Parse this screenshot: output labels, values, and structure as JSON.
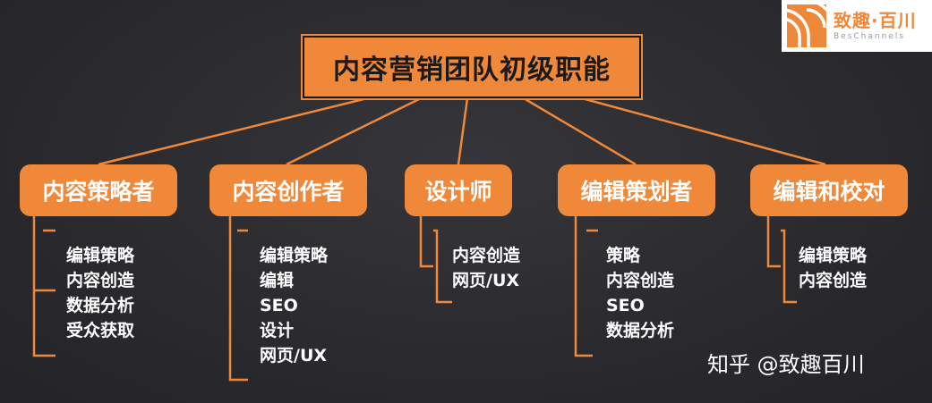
{
  "root": {
    "label": "内容营销团队初级职能"
  },
  "roles": [
    {
      "label": "内容策略者",
      "duties": [
        "编辑策略",
        "内容创造",
        "数据分析",
        "受众获取"
      ]
    },
    {
      "label": "内容创作者",
      "duties": [
        "编辑策略",
        "编辑",
        "SEO",
        "设计",
        "网页/UX"
      ]
    },
    {
      "label": "设计师",
      "duties": [
        "内容创造",
        "网页/UX"
      ]
    },
    {
      "label": "编辑策划者",
      "duties": [
        "策略",
        "内容创造",
        "SEO",
        "数据分析"
      ]
    },
    {
      "label": "编辑和校对",
      "duties": [
        "编辑策略",
        "内容创造"
      ]
    }
  ],
  "logo": {
    "name_cn": "致趣·百川",
    "name_en": "BesChannels"
  },
  "watermark": {
    "text": "知乎 @致趣百川"
  },
  "colors": {
    "accent": "#f0883a",
    "background": "#2b2b2f",
    "text": "#ffffff"
  }
}
